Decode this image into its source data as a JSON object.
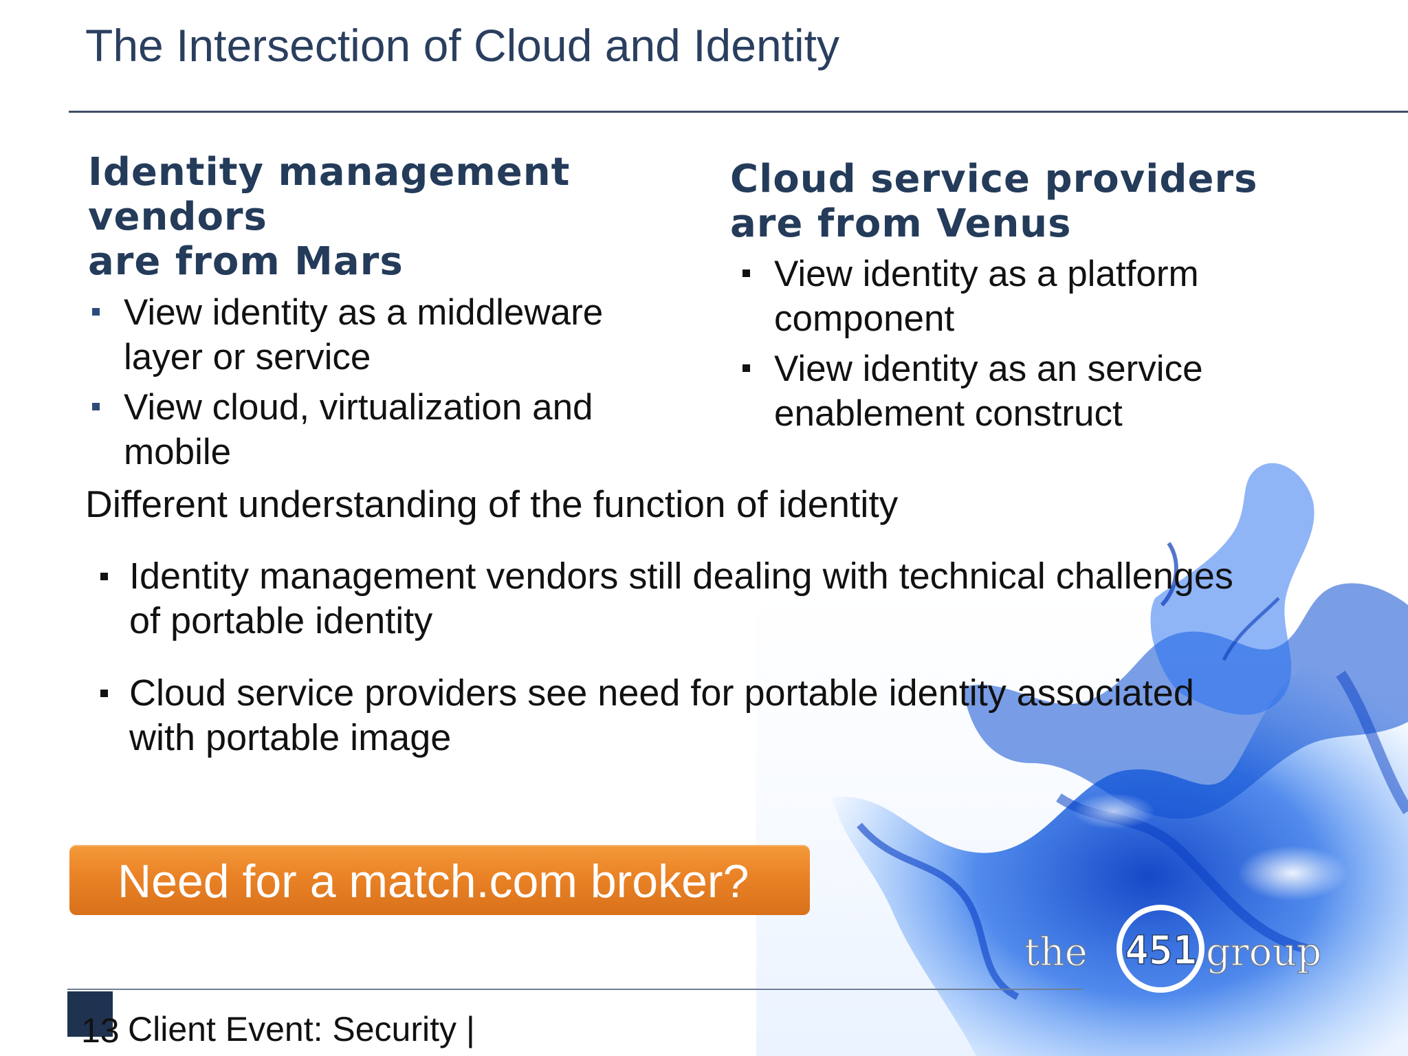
{
  "slide": {
    "title": "The Intersection of Cloud and Identity",
    "left_column": {
      "heading_lines": [
        "Identity management",
        "vendors",
        "are from Mars"
      ],
      "bullets": [
        {
          "lines": [
            "View identity as a middleware",
            "layer or service"
          ]
        },
        {
          "lines": [
            "View cloud, virtualization and",
            "mobile"
          ]
        }
      ]
    },
    "right_column": {
      "heading_lines": [
        "Cloud service providers",
        "are from Venus"
      ],
      "bullets": [
        {
          "lines": [
            "View identity as a platform",
            "component"
          ]
        },
        {
          "lines": [
            "View identity as an service",
            "enablement construct"
          ]
        }
      ]
    },
    "subheading": "Different understanding of the function of identity",
    "main_bullets": [
      {
        "lines": [
          "Identity management vendors still dealing with technical challenges",
          "of portable identity"
        ]
      },
      {
        "lines": [
          "Cloud service providers see need for portable identity associated",
          "with portable image"
        ]
      }
    ],
    "callout": "Need for a match.com broker?",
    "logo": {
      "left": "the",
      "number": "451",
      "right": "group"
    },
    "footer": {
      "page_number": "13",
      "text": "Client Event: Security |"
    }
  },
  "colors": {
    "title": "#2a3f5f",
    "heading": "#243b5a",
    "callout_orange": "#ea8226",
    "smoke_blue": "#1457d6"
  },
  "icons": [
    "bullet-square-icon",
    "blue-smoke-image",
    "the-451-group-logo"
  ]
}
